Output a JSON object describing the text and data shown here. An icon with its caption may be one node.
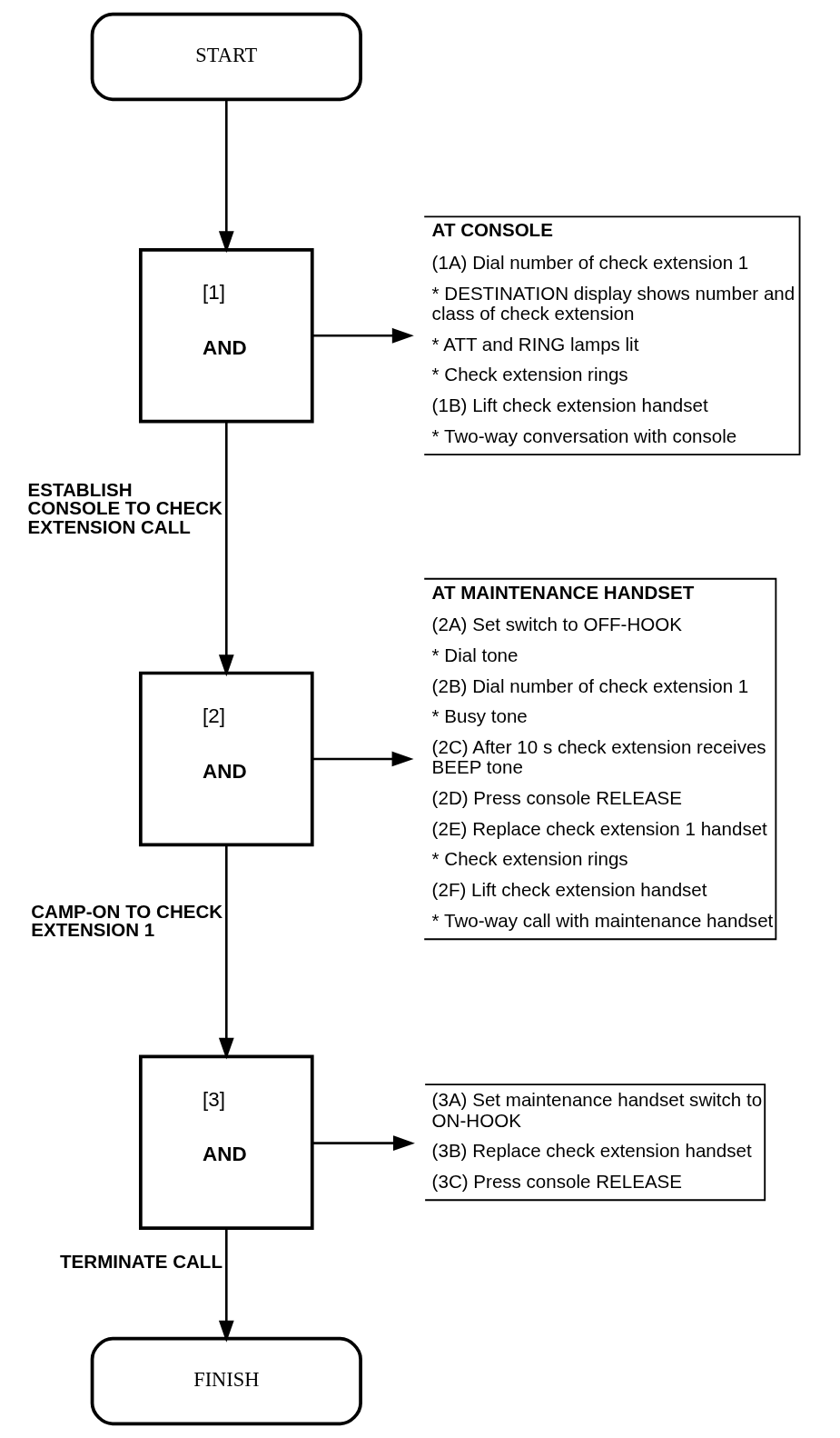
{
  "diagram": {
    "nodes": [
      {
        "text": [
          "START"
        ]
      },
      {
        "text": [
          "[1]",
          "AND"
        ]
      },
      {
        "text": [
          "AT CONSOLE",
          "(1A) Dial number of check extension 1",
          "* DESTINATION display shows number and class of check extension",
          "* ATT and RING lamps lit",
          "* Check extension rings",
          "(1B) Lift check extension handset",
          "* Two-way conversation with console"
        ]
      },
      {
        "text": [
          "[2]",
          "AND"
        ]
      },
      {
        "text": [
          "AT MAINTENANCE HANDSET",
          "(2A) Set switch to OFF-HOOK",
          "* Dial tone",
          "(2B) Dial number of check extension 1",
          "* Busy tone",
          "(2C) After 10 s check extension receives BEEP tone",
          "(2D) Press console RELEASE",
          "(2E) Replace check extension 1 handset",
          "* Check extension rings",
          "(2F) Lift check extension handset",
          "* Two-way call with maintenance handset"
        ]
      },
      {
        "text": [
          "[3]",
          "AND"
        ]
      },
      {
        "text": [
          "(3A) Set maintenance handset switch to ON-HOOK",
          "(3B) Replace check extension handset",
          "(3C) Press console RELEASE"
        ]
      },
      {
        "text": [
          "FINISH"
        ]
      }
    ],
    "edges": [
      {
        "from": 0,
        "to": 1,
        "arrow": "to"
      },
      {
        "from": 1,
        "to": 2,
        "arrow": "to"
      },
      {
        "from": 1,
        "to": 3,
        "arrow": "to",
        "label": "ESTABLISH CONSOLE TO CHECK EXTENSION CALL"
      },
      {
        "from": 3,
        "to": 4,
        "arrow": "to"
      },
      {
        "from": 3,
        "to": 5,
        "arrow": "to",
        "label": "CAMP-ON TO CHECK EXTENSION 1"
      },
      {
        "from": 5,
        "to": 6,
        "arrow": "to"
      },
      {
        "from": 5,
        "to": 7,
        "arrow": "to",
        "label": "TERMINATE CALL"
      }
    ]
  }
}
